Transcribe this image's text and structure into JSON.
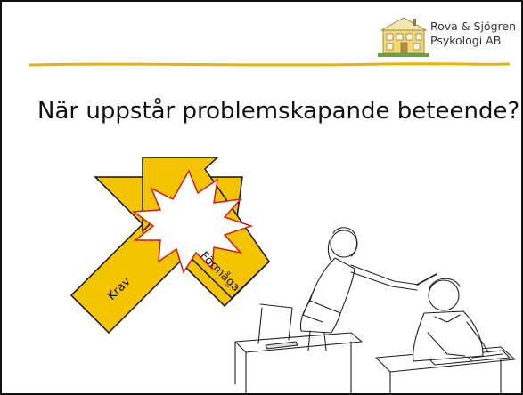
{
  "slide": {
    "title": "När uppstår problemskapande beteende?",
    "logo": {
      "line1": "Rova & Sjögren",
      "line2": "Psykologi AB"
    },
    "arrows": {
      "left_label": "Krav",
      "right_label": "Förmåga"
    },
    "colors": {
      "arrow_fill": "#F5C400",
      "rule": "#E8B400",
      "burst_stroke": "#D11A1A"
    },
    "illustration": "classroom-students-drawing"
  }
}
